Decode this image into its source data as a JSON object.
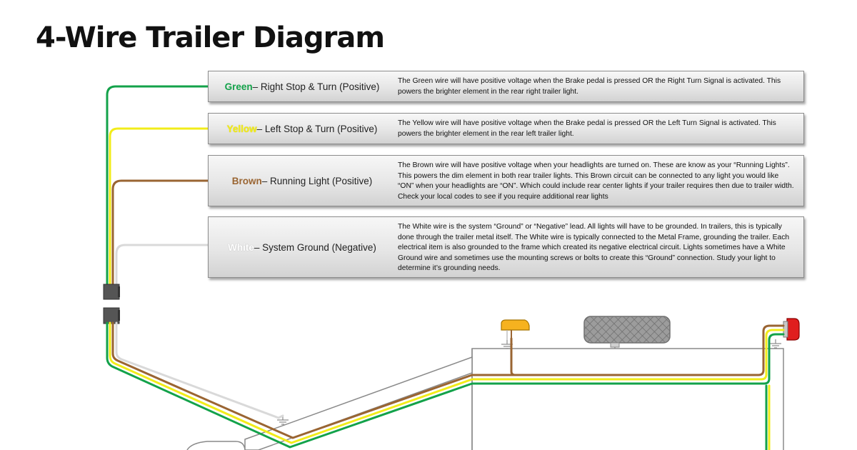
{
  "title": "4-Wire Trailer Diagram",
  "colors": {
    "green": "#13a24a",
    "yellow": "#f2ec1a",
    "brown": "#9a6532",
    "white": "#d9d9d9"
  },
  "wires": [
    {
      "color_name": "Green",
      "function": " – Right Stop & Turn (Positive)",
      "description": "The Green wire will have positive voltage when the Brake pedal is pressed OR the Right Turn Signal is activated. This powers the brighter element in the rear right trailer light."
    },
    {
      "color_name": "Yellow",
      "function": " – Left Stop & Turn (Positive)",
      "description": "The Yellow wire will have positive voltage when the Brake pedal is pressed OR the Left Turn Signal is activated. This powers the brighter element in the rear left trailer light."
    },
    {
      "color_name": "Brown",
      "function": " – Running Light (Positive)",
      "description": "The Brown wire will have positive voltage when your headlights are turned on.  These are know as your “Running Lights”.  This powers the dim element in both rear trailer lights.  This Brown circuit can be connected to any light you would like “ON” when your headlights are “ON”.  Which could include rear center lights if your trailer requires then due to trailer width.  Check your local codes to see if you require additional rear lights"
    },
    {
      "color_name": "White",
      "function": " – System Ground (Negative)",
      "description": "The White wire is the system “Ground” or “Negative” lead.  All lights will have to be grounded.  In trailers, this is typically done through the trailer metal itself.  The White wire is typically connected to the Metal Frame, grounding the trailer.  Each electrical item is also grounded to the frame which created its negative electrical circuit.  Lights sometimes have a White Ground wire and sometimes use the mounting screws or bolts to create this “Ground” connection.  Study your light to determine it’s grounding needs."
    }
  ],
  "icons": {
    "connector": "connector-plug-icon",
    "ground": "ground-symbol-icon",
    "amber_light": "amber-marker-light-icon",
    "red_light": "red-tail-light-icon",
    "license_plate": "license-plate-icon"
  }
}
